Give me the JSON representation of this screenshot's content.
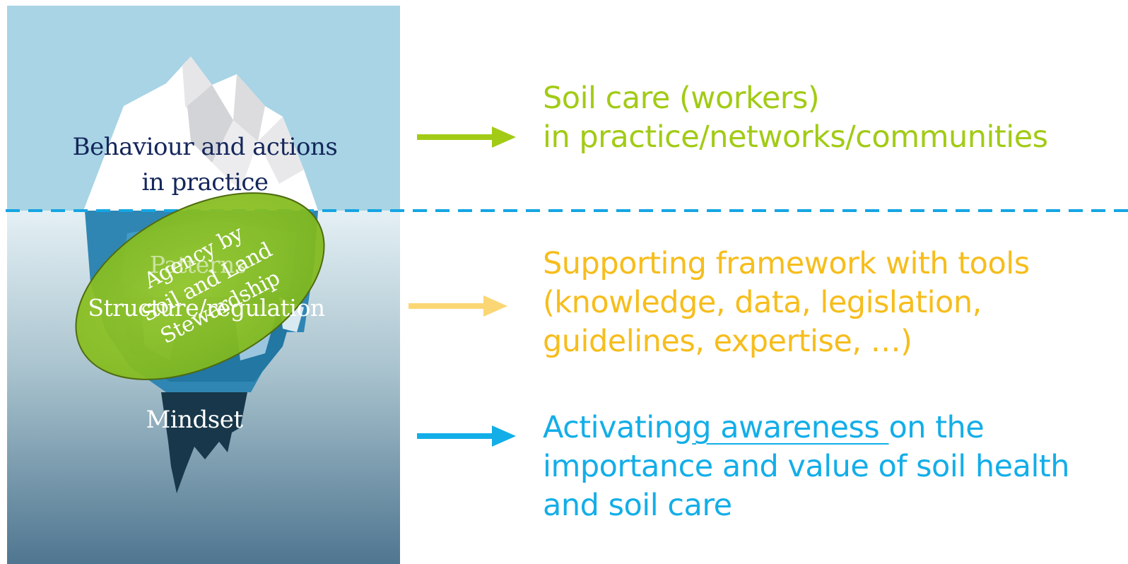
{
  "iceberg": {
    "above_label_line1": "Behaviour and actions",
    "above_label_line2": "in practice",
    "patterns_label": "Patterns",
    "structure_label": "Structure/regulation",
    "mindset_label": "Mindset",
    "water_line_color": "#15a5e3",
    "sky_color": "#a8d4e5",
    "deep_color": "#52788f"
  },
  "agency": {
    "line1": "Agency by",
    "line2": "Soil and Land",
    "line3": "Stewardship",
    "fill_color": "#8cc21e"
  },
  "levels": [
    {
      "line1": "Soil care (workers)",
      "line2": "in practice/networks/communities",
      "color": "#a2cb15"
    },
    {
      "line1": "Supporting framework with tools",
      "line2": "(knowledge, data, legislation,",
      "line3": "guidelines, expertise, …)",
      "color": "#f6bd1c"
    },
    {
      "line1_part1": "Activating",
      "line1_part2": "g awareness ",
      "line1_part3": "on the",
      "line2": "importance and value of soil health",
      "line3": "and soil care",
      "color": "#13aee8"
    }
  ]
}
